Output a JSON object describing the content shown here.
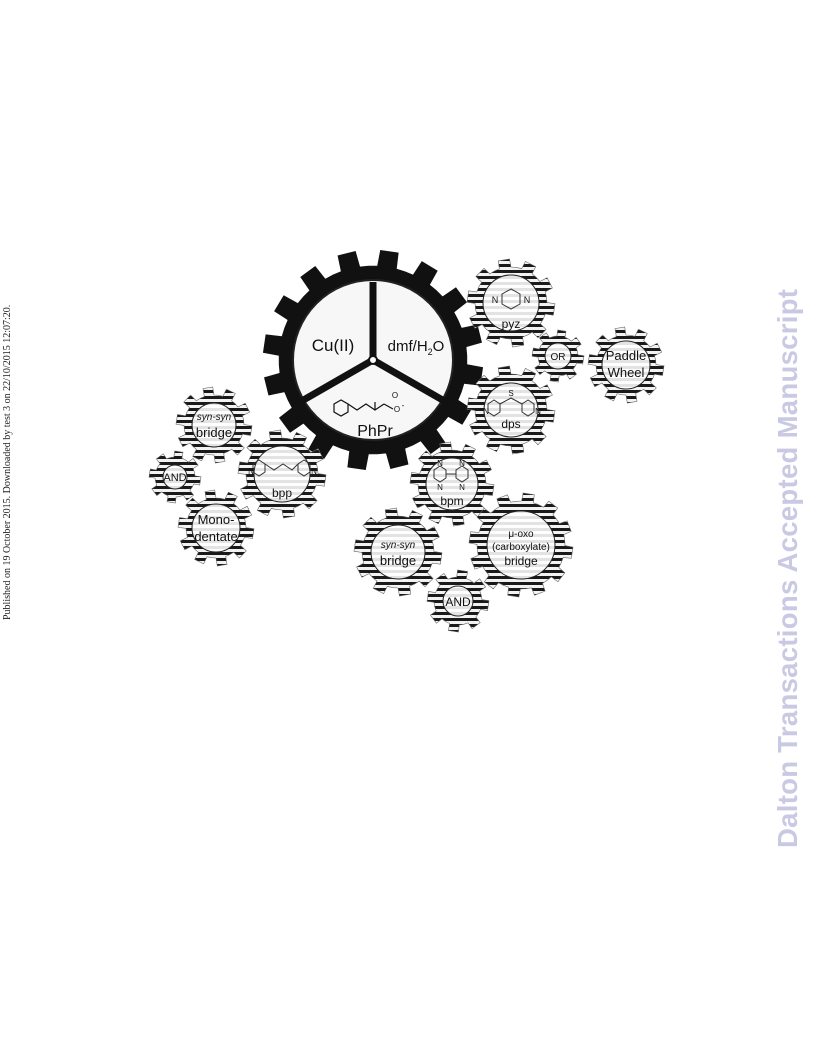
{
  "side_note": "Published on 19 October 2015. Downloaded by test 3 on 22/10/2015 12:07:20.",
  "watermark": "Dalton Transactions Accepted Manuscript",
  "figure": {
    "center": {
      "segments": [
        "Cu(II)",
        "dmf/H",
        "2",
        "O",
        "PhPr"
      ],
      "structure_labels": {
        "carbonyl_o": "O",
        "carboxylate_o": "O",
        "charge": "-"
      }
    },
    "gears": {
      "pyz": {
        "label": "pyz",
        "atoms": [
          "N",
          "N"
        ]
      },
      "or": {
        "label": "OR"
      },
      "paddle_wheel": {
        "line1": "Paddle",
        "line2": "Wheel"
      },
      "dps": {
        "label": "dps",
        "atoms": [
          "S",
          "N",
          "N"
        ]
      },
      "syn_syn_left": {
        "line1": "syn-syn",
        "line2": "bridge"
      },
      "and_left": {
        "label": "AND"
      },
      "bpp": {
        "label": "bpp",
        "atoms": [
          "N",
          "N"
        ]
      },
      "monodentate": {
        "line1": "Mono-",
        "line2": "dentate"
      },
      "bpm": {
        "label": "bpm",
        "atoms": [
          "N",
          "N",
          "N",
          "N"
        ]
      },
      "syn_syn_right": {
        "line1": "syn-syn",
        "line2": "bridge"
      },
      "mu_oxo": {
        "line1": "μ-oxo",
        "line2": "(carboxylate)",
        "line3": "bridge"
      },
      "and_bottom": {
        "label": "AND"
      }
    }
  }
}
